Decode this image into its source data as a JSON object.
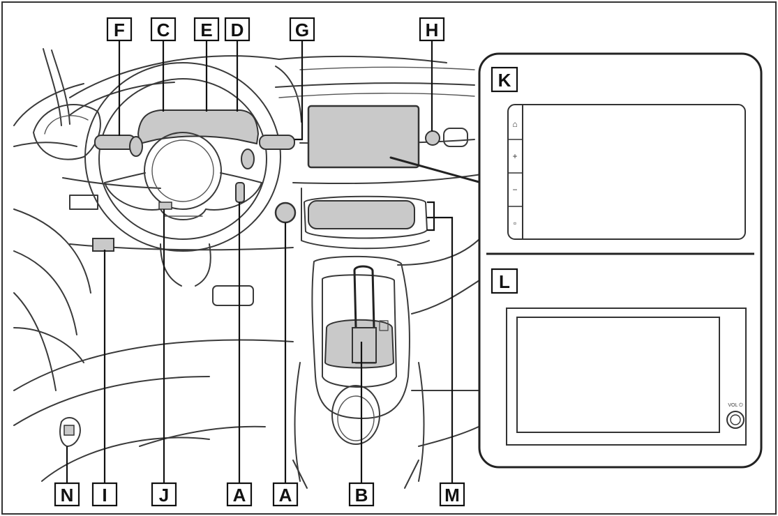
{
  "colors": {
    "line": "#3a3a3a",
    "shade": "#c9c9c9",
    "label_border": "#111111",
    "background": "#ffffff"
  },
  "callouts": {
    "f": "F",
    "c": "C",
    "e": "E",
    "d": "D",
    "g": "G",
    "h": "H",
    "k": "K",
    "l": "L",
    "n": "N",
    "i": "I",
    "j": "J",
    "a1": "A",
    "a2": "A",
    "b": "B",
    "m": "M"
  },
  "panel_k_buttons": [
    "home-icon",
    "plus-icon",
    "minus-icon",
    "square-icon"
  ],
  "panel_k_glyphs": {
    "home": "⌂",
    "plus": "+",
    "minus": "−",
    "square": "▫"
  },
  "panel_l_knob_label": "VOL ⏻",
  "panel_l_knob_icon": "power-icon"
}
